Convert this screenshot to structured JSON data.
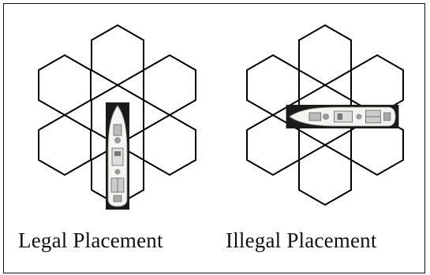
{
  "panels": [
    {
      "label": "Legal Placement",
      "ship_orientation": "vertical",
      "valid": true
    },
    {
      "label": "Illegal Placement",
      "ship_orientation": "horizontal",
      "valid": false
    }
  ],
  "colors": {
    "hex_stroke": "#000000",
    "ship_hull": "#f4f4f2",
    "ship_detail": "#555555",
    "ship_shadow": "#1a1a1a",
    "border": "#111111"
  },
  "icons": [
    "warship-icon",
    "hexagon-cell"
  ]
}
